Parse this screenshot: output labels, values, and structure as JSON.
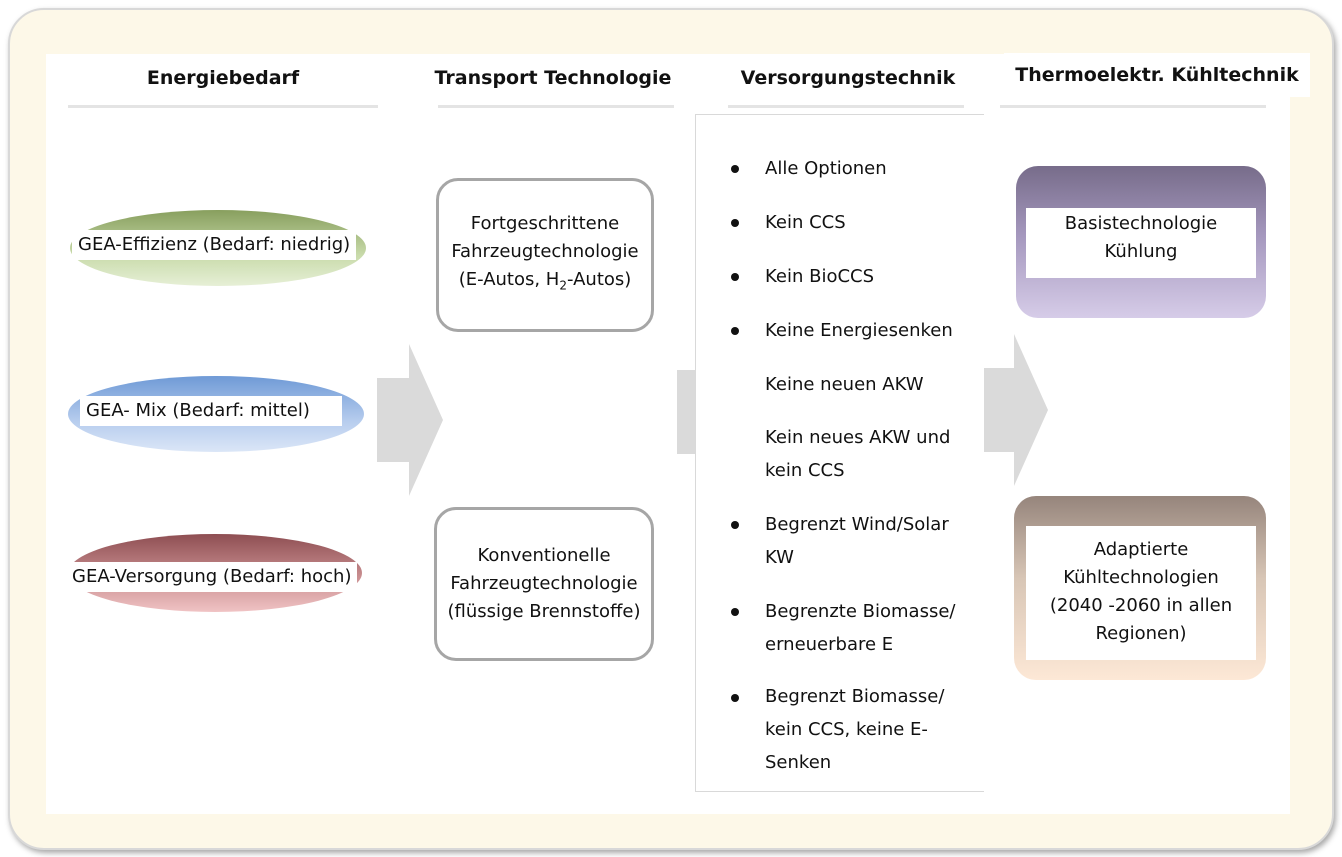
{
  "columns": {
    "demand": "Energiebedarf",
    "transport": "Transport Technologie",
    "supply": "Versorgungstechnik",
    "cooling": "Thermoelektr. Kühltechnik"
  },
  "demand_scenarios": [
    {
      "label": "GEA-Effizienz (Bedarf: niedrig)",
      "color": "#9bb86a"
    },
    {
      "label": "GEA- Mix (Bedarf: mittel)",
      "color": "#7ea6dc"
    },
    {
      "label": "GEA-Versorgung (Bedarf: hoch)",
      "color": "#b56a6e"
    }
  ],
  "transport": [
    {
      "line1": "Fortgeschrittene",
      "line2": "Fahrzeugtechnologie",
      "line3_pre": "(E-Autos, H",
      "line3_sub": "2",
      "line3_post": "-Autos)"
    },
    {
      "line1": "Konventionelle",
      "line2": "Fahrzeugtechnologie",
      "line3": "(flüssige Brennstoffe)"
    }
  ],
  "supply_options": [
    {
      "line1": "Alle Optionen",
      "line2": "",
      "bullet": true
    },
    {
      "line1": "Kein CCS",
      "line2": "",
      "bullet": true
    },
    {
      "line1": "Kein BioCCS",
      "line2": "",
      "bullet": true
    },
    {
      "line1": "Keine Energiesenken",
      "line2": "",
      "bullet": true
    },
    {
      "line1": "Keine neuen AKW",
      "line2": "",
      "bullet": false
    },
    {
      "line1": "Kein neues AKW und",
      "line2": "kein CCS",
      "bullet": false
    },
    {
      "line1": "Begrenzt Wind/Solar",
      "line2": "KW",
      "bullet": true
    },
    {
      "line1": "Begrenzte Biomasse/",
      "line2": "erneuerbare E",
      "bullet": true
    },
    {
      "line1": "Begrenzt Biomasse/",
      "line2": "kein CCS, keine E-",
      "line3": "Senken",
      "bullet": true
    }
  ],
  "cooling": [
    {
      "line1": "Basistechnologie",
      "line2": "Kühlung",
      "color_top": "#7a6f8e",
      "color_bottom": "#cbbfe0"
    },
    {
      "line1": "Adaptierte",
      "line2": "Kühltechnologien",
      "line3": "(2040 -2060 in allen",
      "line4": "Regionen)",
      "color_top": "#9b8a80",
      "color_bottom": "#fbe4d0"
    }
  ],
  "arrow_color": "#d9d9d9"
}
